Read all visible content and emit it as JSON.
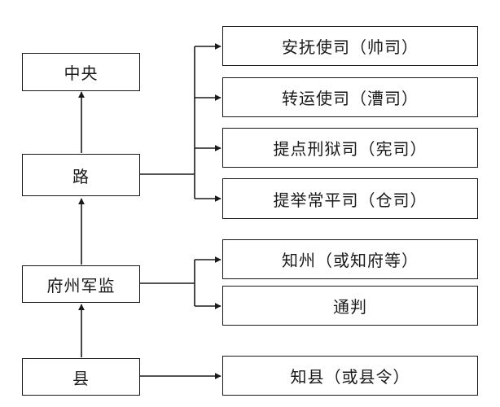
{
  "nodes": {
    "central": "中央",
    "lu": "路",
    "fu_zhou_jun_jian": "府州军监",
    "xian": "县",
    "anfu": "安抚使司（帅司）",
    "zhuanyun": "转运使司（漕司）",
    "tidian_xingyu": "提点刑狱司（宪司）",
    "tiju_changping": "提举常平司（仓司）",
    "zhizhou": "知州（或知府等）",
    "tongpan": "通判",
    "zhixian": "知县（或县令）"
  },
  "colors": {
    "line": "#1a1a1a",
    "background": "#ffffff"
  }
}
